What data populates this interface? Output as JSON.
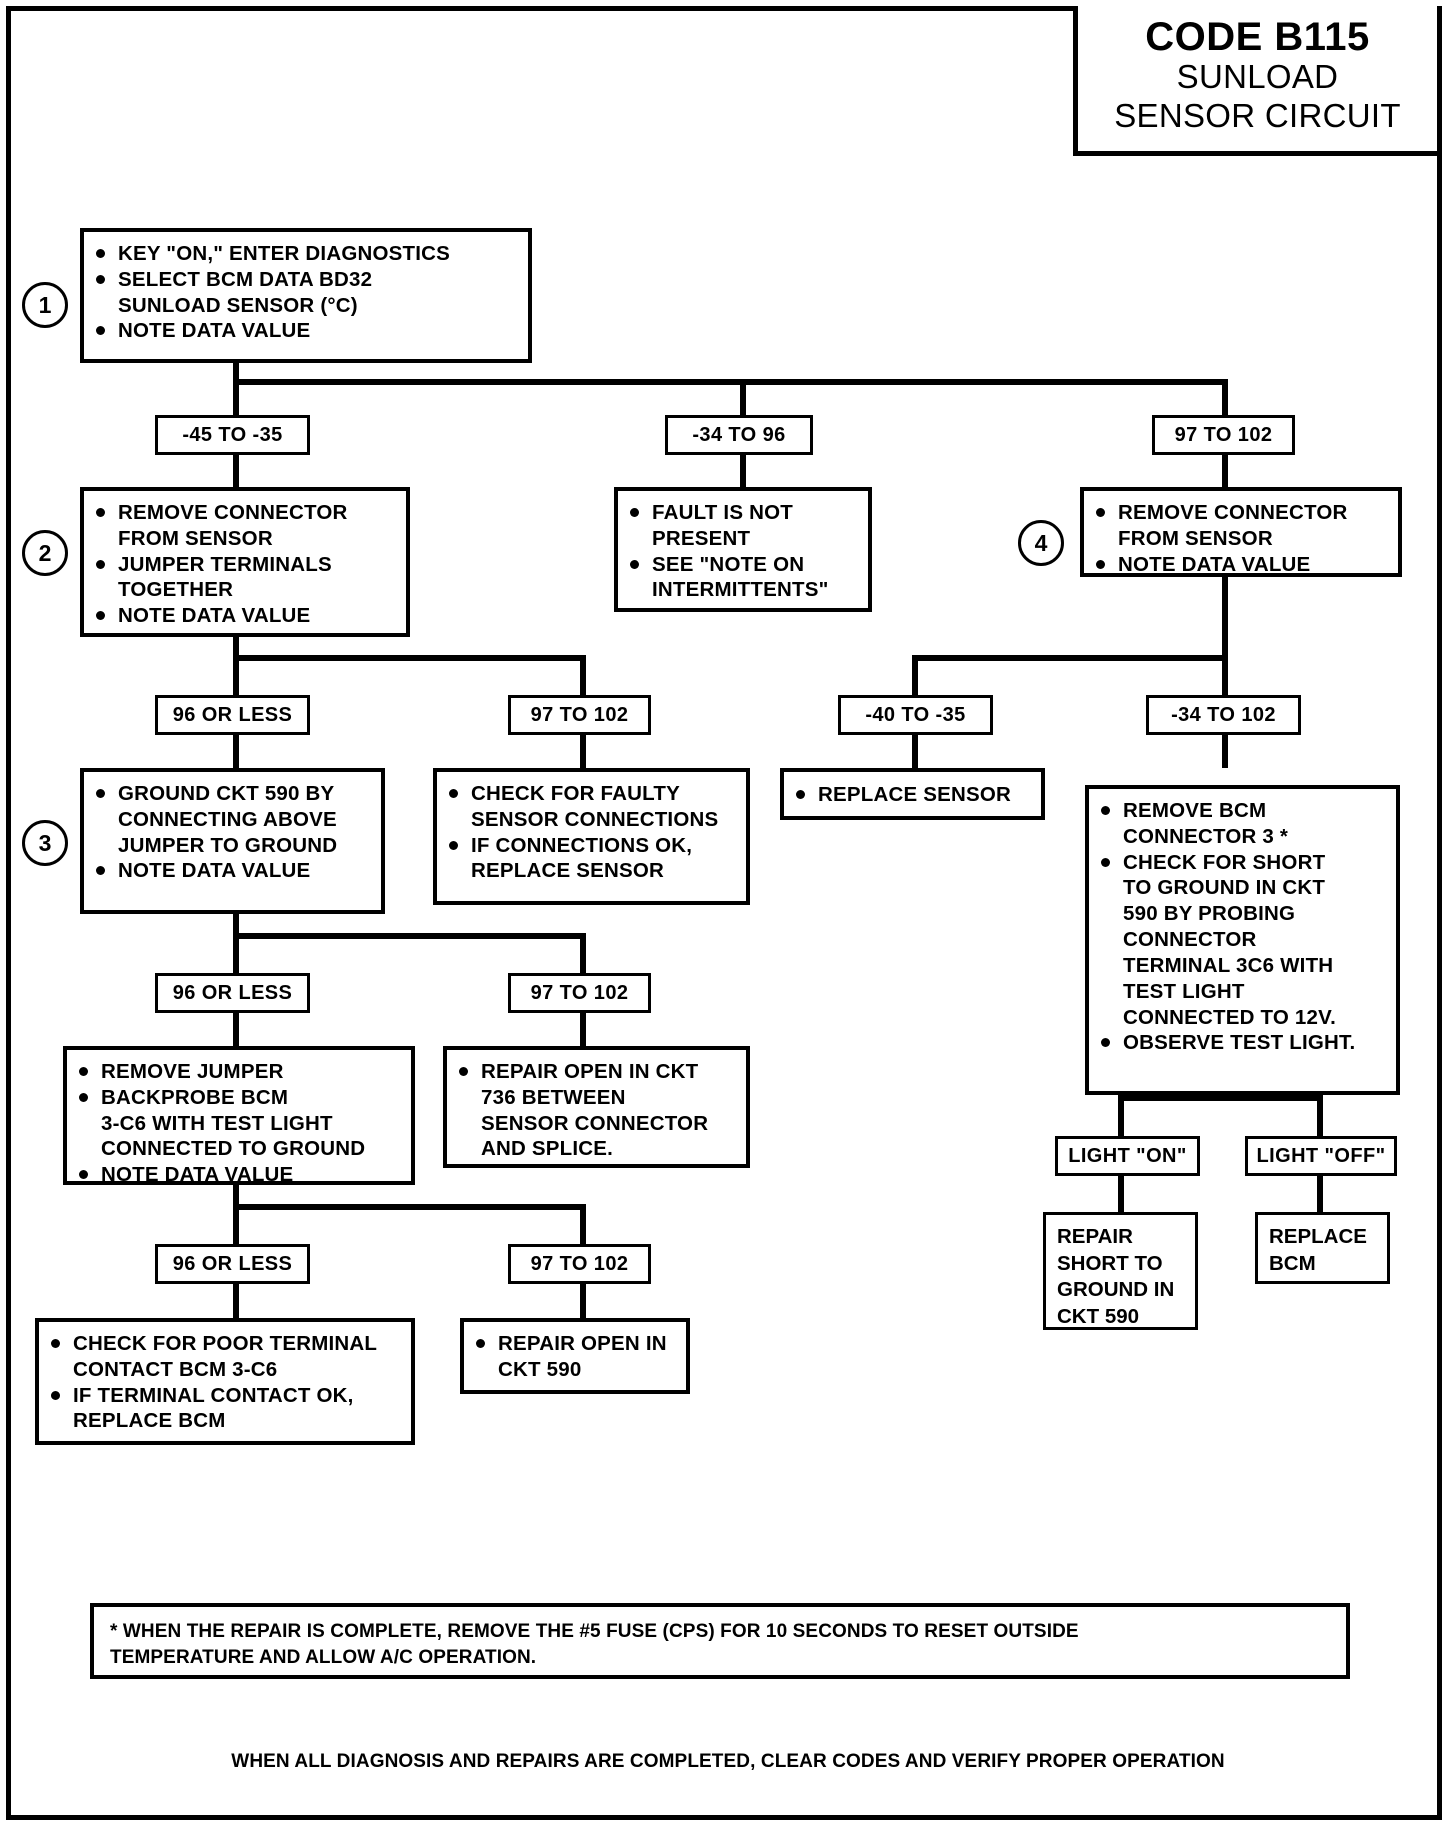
{
  "title": {
    "code": "CODE B115",
    "line2": "SUNLOAD",
    "line3": "SENSOR CIRCUIT"
  },
  "steps": {
    "s1": "1",
    "s2": "2",
    "s3": "3",
    "s4": "4"
  },
  "boxes": {
    "step1": [
      "KEY \"ON,\" ENTER DIAGNOSTICS",
      "SELECT BCM DATA BD32\nSUNLOAD SENSOR (°C)",
      "NOTE DATA VALUE"
    ],
    "step2": [
      "REMOVE CONNECTOR\nFROM SENSOR",
      "JUMPER TERMINALS\nTOGETHER",
      "NOTE DATA VALUE"
    ],
    "fault_not_present": [
      "FAULT IS NOT\nPRESENT",
      "SEE \"NOTE ON\nINTERMITTENTS\""
    ],
    "step4": [
      "REMOVE CONNECTOR\nFROM SENSOR",
      "NOTE DATA VALUE"
    ],
    "step3": [
      "GROUND CKT 590 BY\nCONNECTING ABOVE\nJUMPER TO GROUND",
      "NOTE  DATA VALUE"
    ],
    "check_faulty": [
      "CHECK FOR FAULTY\nSENSOR CONNECTIONS",
      "IF CONNECTIONS OK,\nREPLACE SENSOR"
    ],
    "replace_sensor": [
      "REPLACE SENSOR"
    ],
    "remove_bcm": [
      "REMOVE BCM\nCONNECTOR 3 *",
      "CHECK FOR SHORT\nTO GROUND IN CKT\n590 BY PROBING\nCONNECTOR\nTERMINAL 3C6 WITH\nTEST LIGHT\nCONNECTED TO 12V.",
      "OBSERVE TEST LIGHT."
    ],
    "remove_jumper": [
      "REMOVE JUMPER",
      "BACKPROBE BCM\n3-C6 WITH TEST LIGHT\nCONNECTED TO GROUND",
      "NOTE DATA VALUE"
    ],
    "repair_open_736": [
      "REPAIR OPEN IN CKT\n736 BETWEEN\nSENSOR CONNECTOR\nAND SPLICE."
    ],
    "check_poor_terminal": [
      "CHECK FOR POOR TERMINAL\nCONTACT BCM 3-C6",
      "IF TERMINAL CONTACT OK,\nREPLACE BCM"
    ],
    "repair_open_590": [
      "REPAIR OPEN IN\nCKT 590"
    ],
    "repair_short": "REPAIR\nSHORT TO\nGROUND IN\nCKT 590",
    "replace_bcm": "REPLACE\nBCM"
  },
  "labels": {
    "r1a": "-45 TO -35",
    "r1b": "-34 TO 96",
    "r1c": "97 TO 102",
    "r2a": "96 OR LESS",
    "r2b": "97 TO 102",
    "r3a": "96 OR LESS",
    "r3b": "97 TO 102",
    "r4a": "96 OR LESS",
    "r4b": "97 TO 102",
    "r5a": "-40 TO -35",
    "r5b": "-34 TO 102",
    "light_on": "LIGHT \"ON\"",
    "light_off": "LIGHT \"OFF\""
  },
  "footnote": "* WHEN THE REPAIR IS COMPLETE, REMOVE THE #5 FUSE (CPS) FOR 10 SECONDS TO RESET OUTSIDE\n  TEMPERATURE AND ALLOW A/C OPERATION.",
  "closing": "WHEN ALL DIAGNOSIS AND REPAIRS ARE COMPLETED, CLEAR CODES AND VERIFY PROPER OPERATION"
}
